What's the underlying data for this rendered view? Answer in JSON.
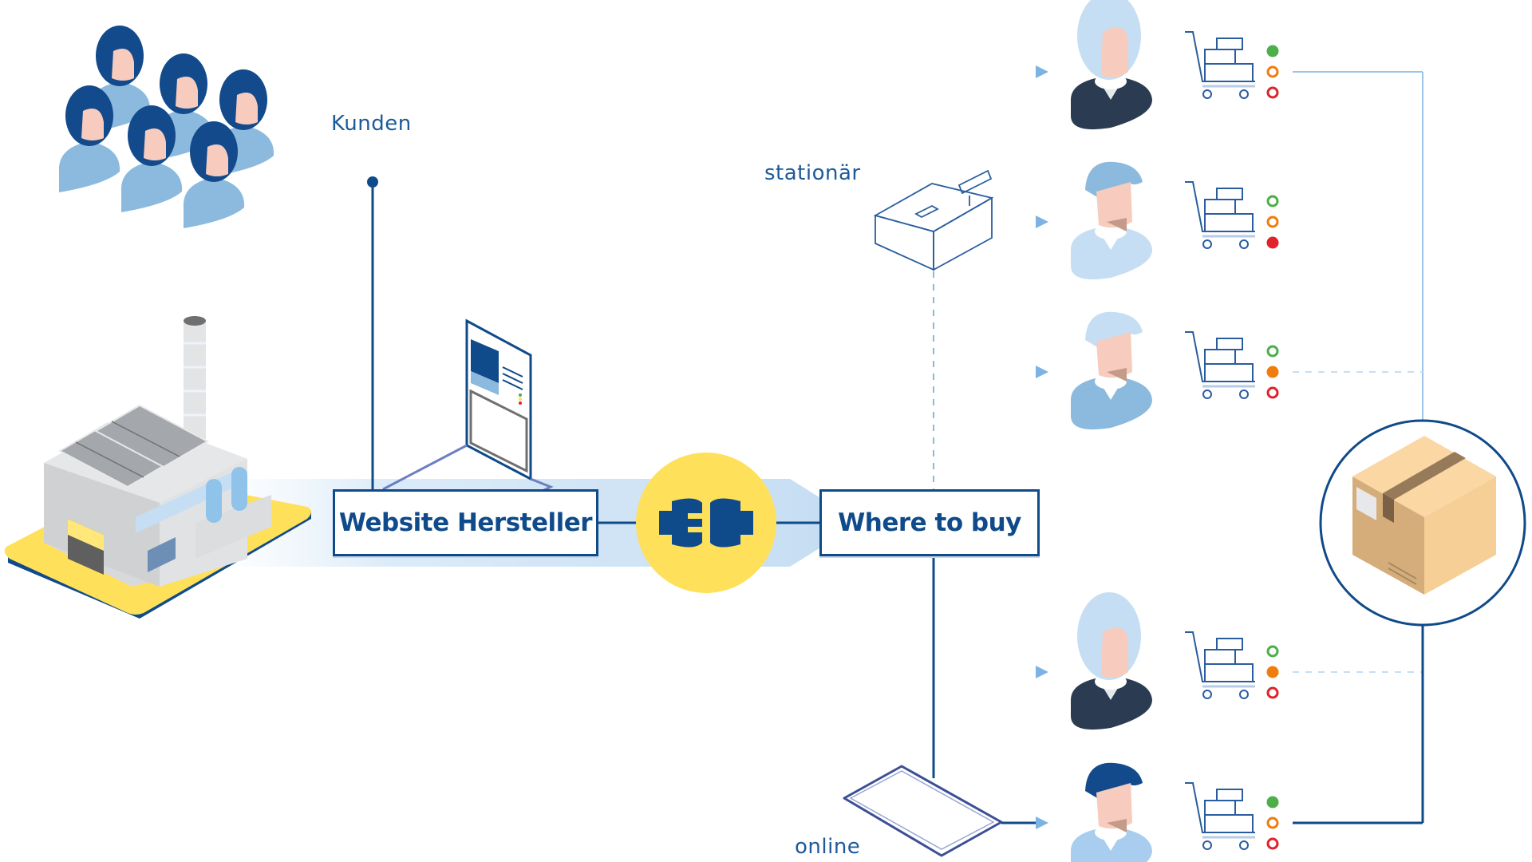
{
  "labels": {
    "customers": "Kunden",
    "stationary": "stationär",
    "online": "online"
  },
  "nodes": {
    "manufacturer_website": "Website Hersteller",
    "where_to_buy": "Where to buy"
  },
  "colors": {
    "primary_blue": "#0f4a8a",
    "light_blue": "#c6def3",
    "yellow": "#ffe05a",
    "green": "#4caf4a",
    "orange": "#ef7d0d",
    "red": "#e0232b"
  },
  "retailers": [
    {
      "channel": "stationär",
      "person": "woman-dark-jacket",
      "status": {
        "green": true,
        "orange": false,
        "red": false
      },
      "connection": "solid-light"
    },
    {
      "channel": "stationär",
      "person": "man-light-blue",
      "status": {
        "green": false,
        "orange": false,
        "red": true
      },
      "connection": "none"
    },
    {
      "channel": "stationär",
      "person": "man-mid-blue",
      "status": {
        "green": false,
        "orange": true,
        "red": false
      },
      "connection": "dashed"
    },
    {
      "channel": "online",
      "person": "woman-dark-jacket",
      "status": {
        "green": false,
        "orange": true,
        "red": false
      },
      "connection": "dashed"
    },
    {
      "channel": "online",
      "person": "man-dark-hair",
      "status": {
        "green": true,
        "orange": false,
        "red": false
      },
      "connection": "solid"
    }
  ],
  "icons": {
    "customers_group": "customers-group-icon",
    "factory": "factory-icon",
    "website": "website-page-icon",
    "plug": "plug-connector-icon",
    "cash_register": "cash-register-icon",
    "tablet": "tablet-icon",
    "package": "package-box-icon",
    "cart": "shopping-cart-icon"
  }
}
